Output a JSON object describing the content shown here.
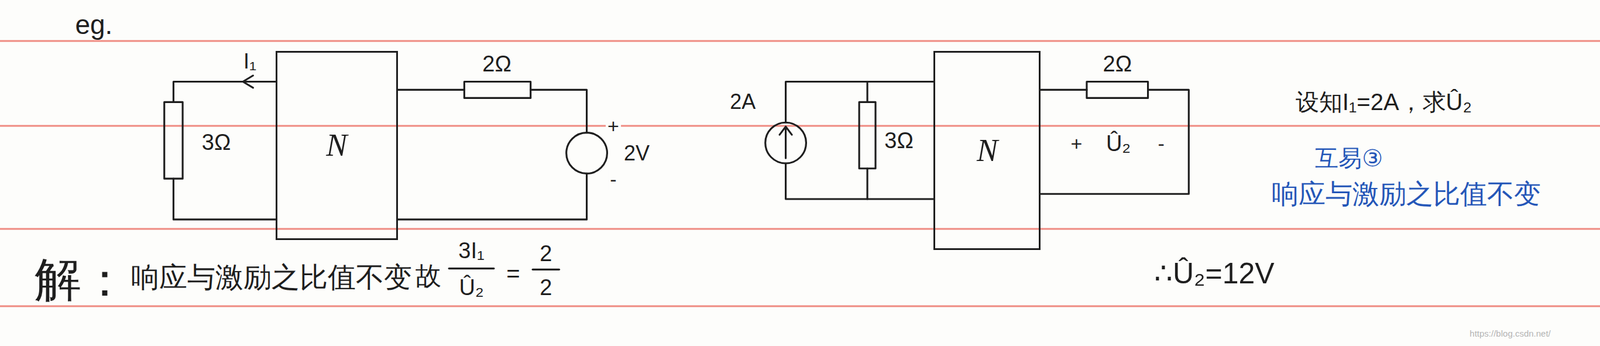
{
  "diagram": {
    "nodes": [
      {
        "text": [
          "N"
        ]
      },
      {
        "text": [
          "N"
        ]
      }
    ],
    "labels": [
      "eg.",
      "I₁",
      "2Ω",
      "3Ω",
      "+",
      "2V",
      "-",
      "2A",
      "3Ω",
      "2Ω",
      "+",
      "Û₂",
      "-",
      "设知I₁=2A，求Û₂",
      "互易③",
      "响应与激励之比值不变",
      "解：",
      "响应与激励之比值不变",
      "故",
      "3I₁",
      "Û₂",
      "=",
      "2",
      "2",
      "∴Û₂=12V",
      "https://blog.csdn.net/"
    ]
  }
}
